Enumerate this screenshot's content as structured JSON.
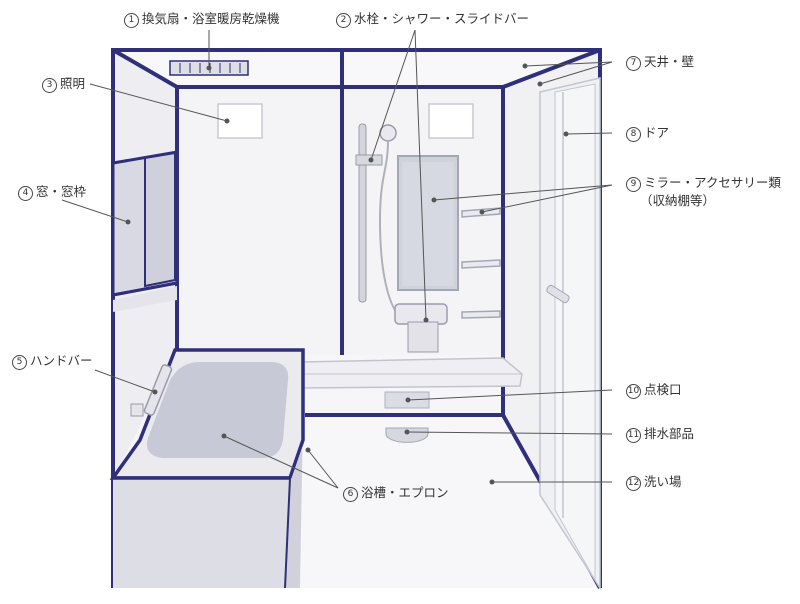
{
  "labels": [
    {
      "id": "fan",
      "num": "1",
      "text": "換気扇・浴室暖房乾燥機"
    },
    {
      "id": "faucet",
      "num": "2",
      "text": "水栓・シャワー・スライドバー"
    },
    {
      "id": "light",
      "num": "3",
      "text": "照明"
    },
    {
      "id": "window",
      "num": "4",
      "text": "窓・窓枠"
    },
    {
      "id": "handbar",
      "num": "5",
      "text": "ハンドバー"
    },
    {
      "id": "tub",
      "num": "6",
      "text": "浴槽・エプロン"
    },
    {
      "id": "ceiling",
      "num": "7",
      "text": "天井・壁"
    },
    {
      "id": "door",
      "num": "8",
      "text": "ドア"
    },
    {
      "id": "mirror",
      "num": "9",
      "text": "ミラー・アクセサリー類"
    },
    {
      "id": "mirror_sub",
      "num": "",
      "text": "（収納棚等）"
    },
    {
      "id": "inspection",
      "num": "10",
      "text": "点検口"
    },
    {
      "id": "drain",
      "num": "11",
      "text": "排水部品"
    },
    {
      "id": "floor",
      "num": "12",
      "text": "洗い場"
    }
  ],
  "colors": {
    "outline": "#2f2f7a",
    "fill_light": "#f4f4f6",
    "fill_mid": "#e6e6ec",
    "tub_water": "#c9ccd7",
    "leader": "#555555"
  }
}
